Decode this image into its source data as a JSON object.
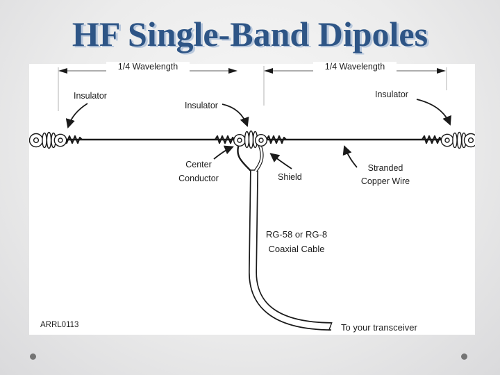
{
  "slide": {
    "title": "HF Single-Band Dipoles"
  },
  "diagram": {
    "dimension_left": "1/4 Wavelength",
    "dimension_right": "1/4 Wavelength",
    "labels": {
      "insulator_left": "Insulator",
      "insulator_center": "Insulator",
      "insulator_right": "Insulator",
      "center_conductor": "Center\nConductor",
      "shield": "Shield",
      "stranded_copper_wire": "Stranded\nCopper Wire",
      "coax_cable": "RG-58 or RG-8\nCoaxial Cable",
      "figure_id": "ARRL0113",
      "transceiver": "To your transceiver"
    }
  },
  "theme": {
    "title_color": "#2e5586",
    "title_shadow": "#b9c8dc",
    "panel_background": "#ffffff",
    "line_color": "#1a1a1a",
    "dimension_line_color": "#7d7d7d",
    "extension_line_color": "#b3b3b3",
    "dot_color": "#747474"
  }
}
